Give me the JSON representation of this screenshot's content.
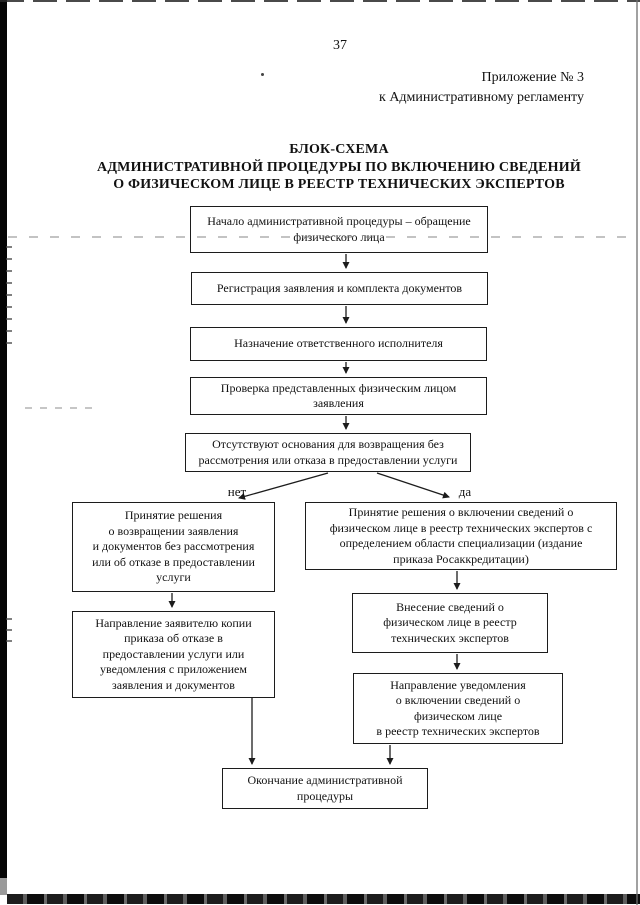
{
  "page": {
    "number": "37",
    "appendix_lines": [
      "Приложение № 3",
      "к Административному регламенту"
    ],
    "title_lines": [
      "БЛОК-СХЕМА",
      "АДМИНИСТРАТИВНОЙ ПРОЦЕДУРЫ ПО ВКЛЮЧЕНИЮ СВЕДЕНИЙ",
      "О ФИЗИЧЕСКОМ ЛИЦЕ В РЕЕСТР ТЕХНИЧЕСКИХ ЭКСПЕРТОВ"
    ]
  },
  "flowchart": {
    "branch_no": "нет",
    "branch_yes": "да",
    "nodes": {
      "start": [
        "Начало административной процедуры – обращение",
        "физического лица"
      ],
      "register": [
        "Регистрация заявления и комплекта документов"
      ],
      "assign": [
        "Назначение ответственного исполнителя"
      ],
      "check": [
        "Проверка представленных физическим лицом",
        "заявления"
      ],
      "grounds": [
        "Отсутствуют основания для возвращения без",
        "рассмотрения или отказа в предоставлении услуги"
      ],
      "decision_return": [
        "Принятие решения",
        "о возвращении заявления",
        "и документов без рассмотрения",
        "или об отказе в предоставлении",
        "услуги"
      ],
      "decision_include": [
        "Принятие решения о включении сведений о",
        "физическом лице в реестр технических экспертов с",
        "определением области специализации (издание",
        "приказа Росаккредитации)"
      ],
      "send_copy": [
        "Направление заявителю копии",
        "приказа об отказе в",
        "предоставлении услуги или",
        "уведомления с приложением",
        "заявления и документов"
      ],
      "enter_registry": [
        "Внесение сведений о",
        "физическом лице в реестр",
        "технических экспертов"
      ],
      "send_notice": [
        "Направление уведомления",
        "о включении сведений о",
        "физическом лице",
        "в реестр технических экспертов"
      ],
      "end": [
        "Окончание административной",
        "процедуры"
      ]
    }
  },
  "colors": {
    "ink": "#1c1c1c",
    "paper": "#ffffff"
  }
}
